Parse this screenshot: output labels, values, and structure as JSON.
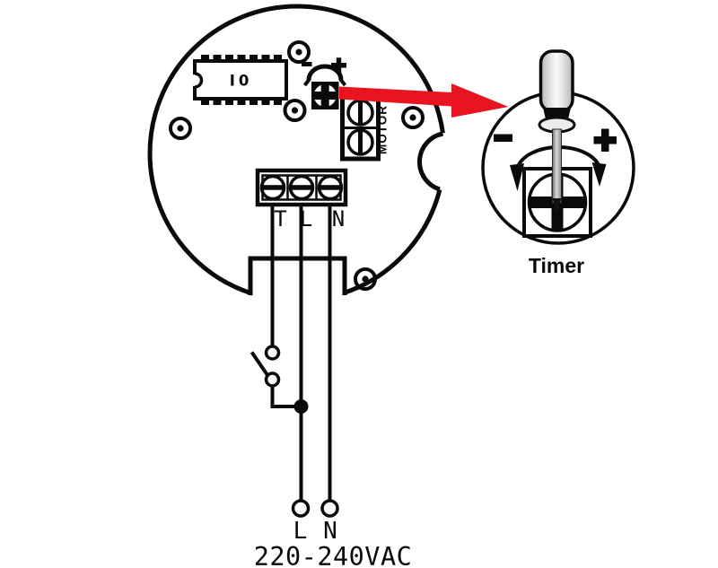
{
  "device": {
    "ic_label": "I0",
    "trimpot": {
      "minus_icon": "-",
      "plus_icon": "+"
    },
    "motor_label": "MOTOR",
    "terminal_labels": [
      "T",
      "L",
      "N"
    ]
  },
  "timer_detail": {
    "minus_icon": "-",
    "plus_icon": "+",
    "caption": "Timer"
  },
  "power": {
    "line_label": "L",
    "neutral_label": "N",
    "voltage_label": "220-240VAC"
  },
  "colors": {
    "line": "#0a0a0a",
    "background": "#ffffff",
    "arrow_red": "#ea1420",
    "screwdriver_gray": "#c9c9c9"
  }
}
